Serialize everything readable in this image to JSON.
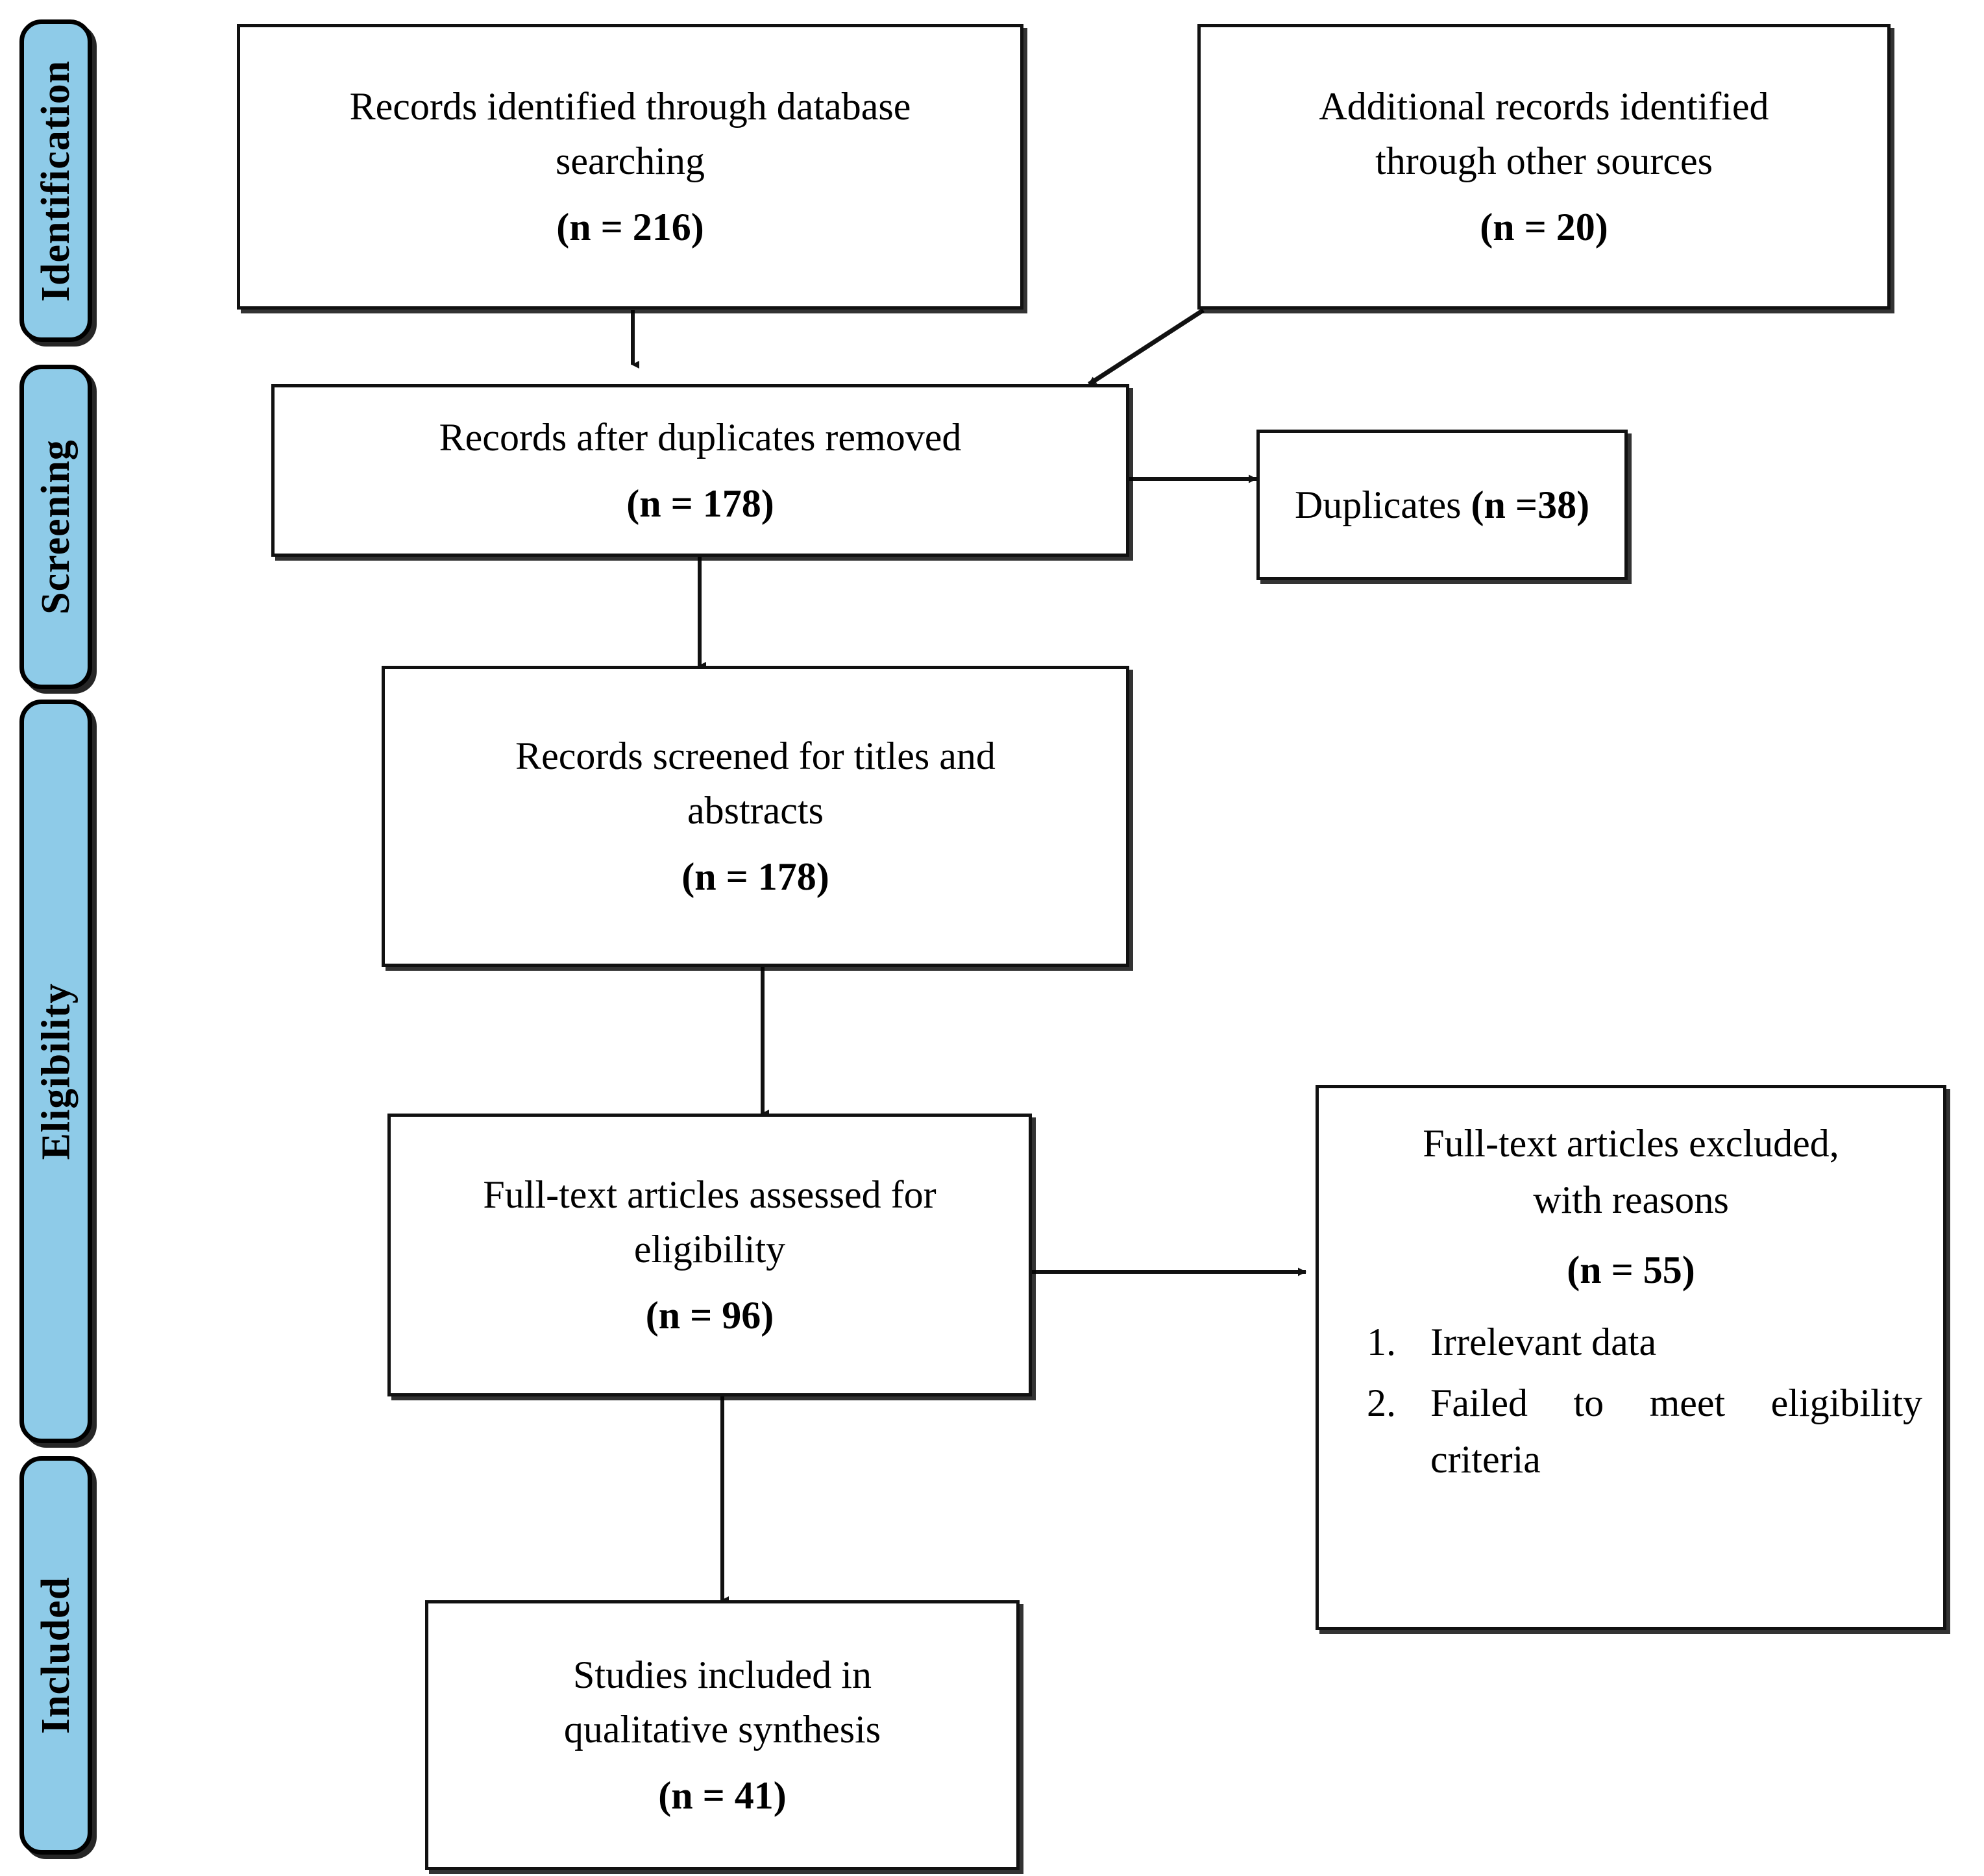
{
  "diagram": {
    "type": "PRISMA flow diagram",
    "accent_blue": "#8ecbe8",
    "line_color": "#111111"
  },
  "stages": [
    {
      "label": "Identification"
    },
    {
      "label": "Screening"
    },
    {
      "label": "Eligibility"
    },
    {
      "label": "Included"
    }
  ],
  "nodes": {
    "database_search": {
      "line1": "Records identified through database",
      "line2": "searching",
      "count": "(n = 216)"
    },
    "other_sources": {
      "line1": "Additional records identified",
      "line2": "through other sources",
      "count": "(n = 20)"
    },
    "after_duplicates": {
      "line1": "Records after duplicates removed",
      "count": "(n = 178)"
    },
    "duplicates": {
      "text": "Duplicates (n =38)",
      "label_plain": "Duplicates ",
      "label_bold": "(n =38)"
    },
    "screened": {
      "line1": "Records screened for titles and",
      "line2": "abstracts",
      "count": "(n = 178)"
    },
    "fulltext_assessed": {
      "line1": "Full-text articles assessed for",
      "line2": "eligibility",
      "count": "(n = 96)"
    },
    "fulltext_excluded": {
      "line1": "Full-text articles excluded,",
      "line2": "with reasons",
      "count": "(n = 55)",
      "reasons": [
        "Irrelevant data",
        "Failed to meet eligibility criteria"
      ]
    },
    "included": {
      "line1": "Studies included in",
      "line2": "qualitative synthesis",
      "count": "(n = 41)"
    }
  }
}
